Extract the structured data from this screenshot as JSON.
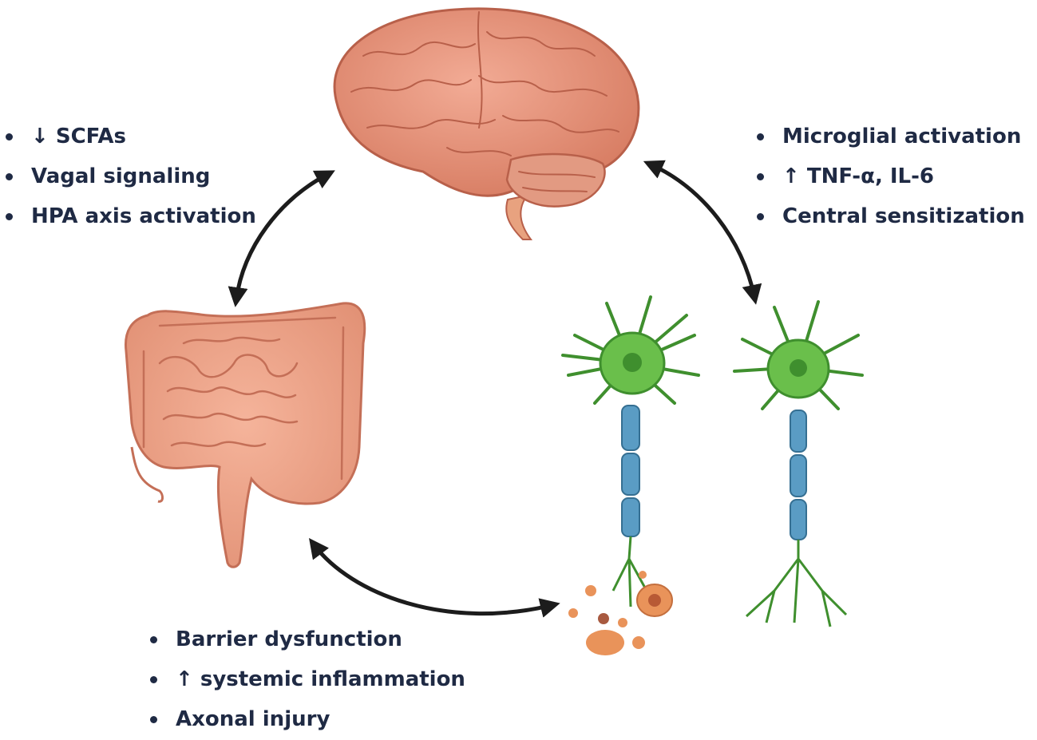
{
  "colors": {
    "text": "#1f2a44",
    "brain": "#e8957d",
    "brain_dark": "#b8604a",
    "gut": "#f0a286",
    "gut_dark": "#c46f57",
    "neuron": "#6abf4b",
    "neuron_dark": "#3f8f2e",
    "myelin": "#5a9cc4",
    "debris": "#e9935a",
    "arrow": "#1c1c1c"
  },
  "gut_to_brain_mechanisms": [
    "↓ SCFAs",
    "Vagal signaling",
    "HPA axis activation"
  ],
  "brain_to_nerve_mechanisms": [
    "Microglial activation",
    "↑ TNF-α, IL-6",
    "Central sensitization"
  ],
  "nerve_to_gut_mechanisms": [
    "Barrier dysfunction",
    "↑ systemic inflammation",
    "Axonal injury"
  ],
  "icons": [
    "brain-illustration",
    "intestine-illustration",
    "injured-neuron-illustration",
    "healthy-neuron-illustration"
  ]
}
